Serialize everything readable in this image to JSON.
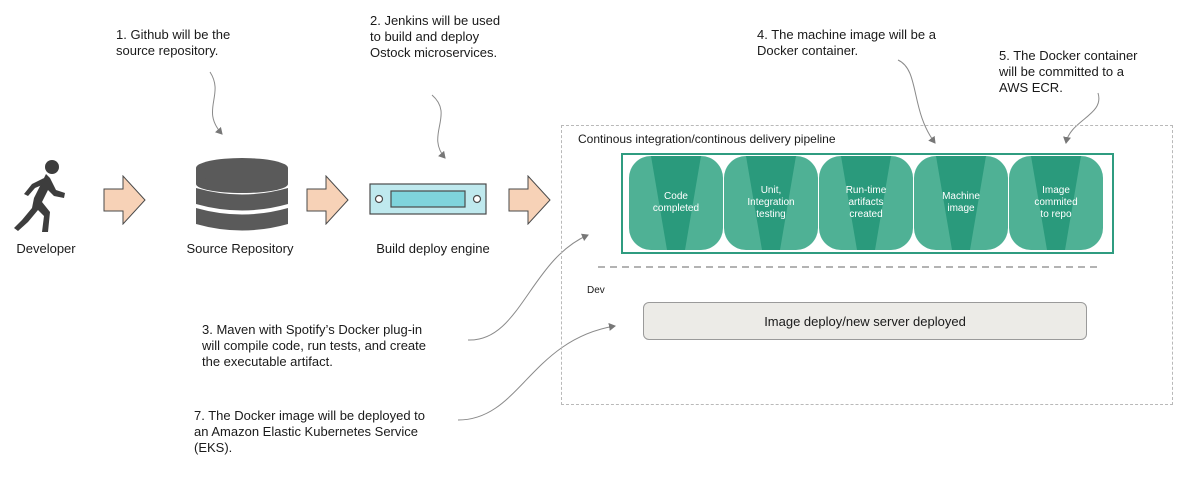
{
  "nodes": {
    "developer": "Developer",
    "source_repo": "Source Repository",
    "build_engine": "Build deploy engine"
  },
  "notes": {
    "n1": "1. Github will be the\nsource repository.",
    "n2": "2. Jenkins will be used\nto build and deploy\nOstock microservices.",
    "n3": "3. Maven with Spotify’s Docker plug-in\nwill compile code, run tests, and create\nthe executable artifact.",
    "n4": "4. The machine image will be a\nDocker container.",
    "n5": "5. The Docker container\nwill be committed to a\nAWS ECR.",
    "n7": "7. The Docker image will be deployed to\nan Amazon Elastic Kubernetes Service\n(EKS)."
  },
  "pipeline": {
    "title": "Continous integration/continous delivery pipeline",
    "stages": [
      "Code\ncompleted",
      "Unit,\nIntegration\ntesting",
      "Run-time\nartifacts\ncreated",
      "Machine\nimage",
      "Image\ncommited\nto repo"
    ],
    "env_label": "Dev",
    "deploy_label": "Image deploy/new server deployed"
  },
  "colors": {
    "arrow_fill": "#f7d2b7",
    "stage_light": "#4fb195",
    "stage_dark": "#2a9a7c",
    "strip_border": "#2f9c80",
    "server_body": "#5a5a5a",
    "engine_fill": "#bfe9ee"
  }
}
